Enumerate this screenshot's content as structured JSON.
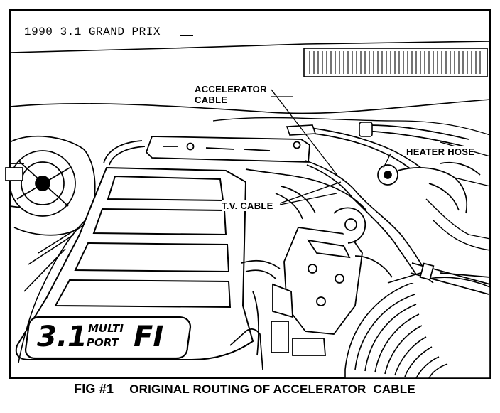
{
  "header": {
    "title": "1990 3.1 GRAND PRIX"
  },
  "labels": {
    "accelerator": [
      "ACCELERATOR",
      "CABLE"
    ],
    "heater_hose": "HEATER HOSE",
    "tv_cable": "T.V. CABLE"
  },
  "engine_badge": {
    "big": "3.1",
    "line1": "MULTI",
    "line2": "PORT",
    "fi": "FI"
  },
  "caption": {
    "number": "FIG #1",
    "text": "ORIGINAL ROUTING OF ACCELERATOR  CABLE"
  }
}
